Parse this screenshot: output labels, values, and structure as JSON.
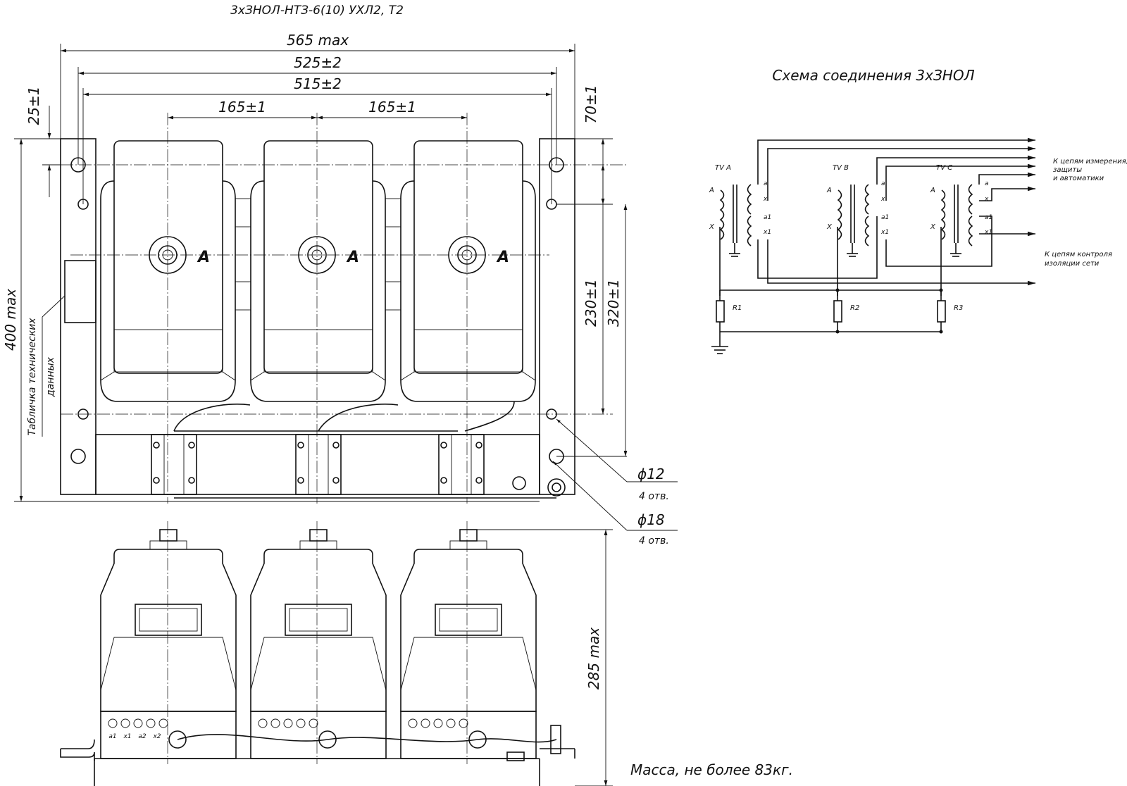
{
  "drawing": {
    "title": "3хЗНОЛ-НТЗ-6(10) УХЛ2, Т2",
    "mass_note": "Масса, не более 83кг."
  },
  "top_view": {
    "dims": {
      "overall": "565 max",
      "outer": "525±2",
      "inner": "515±2",
      "pitch_1": "165±1",
      "pitch_2": "165±1",
      "left_offset": "25±1",
      "right_offset": "70±1",
      "height": "400 max",
      "h230": "230±1",
      "h320": "320±1"
    },
    "phase_marks": [
      "A",
      "A",
      "A"
    ],
    "nameplate_label": [
      "Табличка технических",
      "данных"
    ],
    "holes": [
      {
        "dia": "ϕ12",
        "count": "4 отв."
      },
      {
        "dia": "ϕ18",
        "count": "4 отв."
      }
    ]
  },
  "front_view": {
    "height_dim": "285 max",
    "terminal_labels": [
      "a1",
      "x1",
      "a2",
      "x2"
    ]
  },
  "schematic": {
    "title": "Схема соединения 3хЗНОЛ",
    "transformers": [
      {
        "name": "TV A",
        "primary": [
          "A",
          "X"
        ],
        "secondary": [
          "a",
          "x",
          "a1",
          "x1"
        ]
      },
      {
        "name": "TV B",
        "primary": [
          "A",
          "X"
        ],
        "secondary": [
          "a",
          "x",
          "a1",
          "x1"
        ]
      },
      {
        "name": "TV C",
        "primary": [
          "A",
          "X"
        ],
        "secondary": [
          "a",
          "x",
          "a1",
          "x1"
        ]
      }
    ],
    "resistors": [
      "R1",
      "R2",
      "R3"
    ],
    "note_measure": [
      "К цепям измерения,",
      "защиты",
      "и автоматики"
    ],
    "note_insulation": [
      "К цепям контроля",
      "изоляции сети"
    ]
  }
}
